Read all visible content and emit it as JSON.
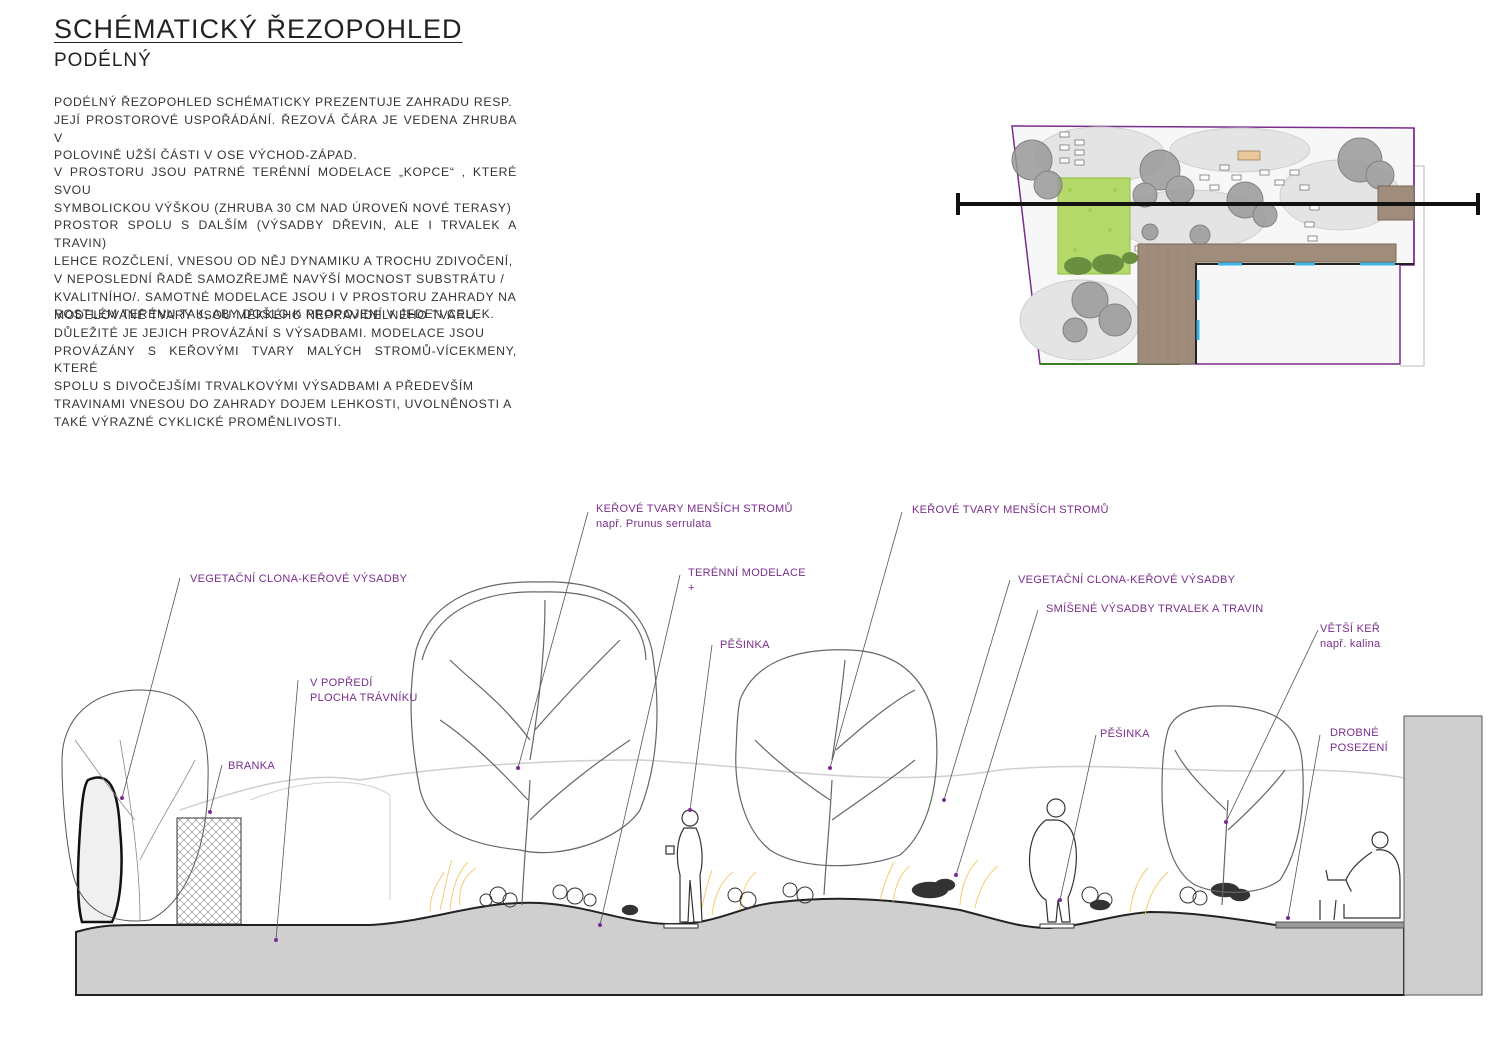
{
  "title": "SCHÉMATICKÝ ŘEZOPOHLED",
  "subtitle": "PODÉLNÝ",
  "paragraphs": {
    "p1": [
      "Podélný řezopohled schématicky prezentuje zahradu resp.",
      "její prostorové uspořádání. Řezová čára je vedena zhruba v",
      "polovině užší části v ose východ-západ."
    ],
    "p2": [
      "V prostoru jsou patrné terénní modelace „kopce“ , které svou",
      "symbolickou výškou (zhruba 30 cm nad úroveň nové terasy)",
      "prostor spolu s dalším (výsadby dřevin, ale i trvalek a travin)",
      "lehce rozčlení, vnesou od něj dynamiku a trochu zdivočení,",
      "v neposlední řadě samozřejmě navýší mocnost substrátu /",
      "kvalitního/. Samotné modelace jsou i v prostoru zahrady na",
      "rostlém terénu tak, aby došlo k propojení v jeden celek."
    ],
    "p3": [
      "Modelované tvary jsou měkkého nepravidelného tvaru.",
      "Důležité je jejich provázání s výsadbami. Modelace jsou",
      "provázány s keřovými tvary malých stromů-vícekmeny, které",
      "spolu s divočejšími trvalkovými výsadbami a především",
      "travinami vnesou do zahrady dojem lehkosti, uvolněnosti a",
      "také výrazné cyklické proměnlivosti."
    ]
  },
  "labels": {
    "vegetacni_clona_1": "VEGETAČNÍ CLONA-KEŘOVÉ VÝSADBY",
    "branka": "BRANKA",
    "popredi_1": "V POPŘEDÍ",
    "popredi_2": "PLOCHA TRÁVNÍKU",
    "kerove_1": "KEŘOVÉ TVARY MENŠÍCH STROMŮ",
    "kerove_1_sub": "např. Prunus serrulata",
    "terenni": "TERÉNNÍ MODELACE",
    "terenni_plus": "+",
    "pesinka_1": "PĚŠINKA",
    "kerove_2": "KEŘOVÉ TVARY MENŠÍCH STROMŮ",
    "vegetacni_clona_2": "VEGETAČNÍ CLONA-KEŘOVÉ VÝSADBY",
    "smisene": "SMÍŠENÉ VÝSADBY TRVALEK A TRAVIN",
    "pesinka_2": "PĚŠINKA",
    "vetsi_ker": "VĚTŠÍ KEŘ",
    "vetsi_ker_sub": "např. kalina",
    "drobne_1": "DROBNÉ",
    "drobne_2": "POSEZENÍ"
  },
  "colors": {
    "label": "#7a2d8c",
    "ground": "#cfcfcf",
    "lawn": "#b5d96a",
    "deck": "#a08c7a",
    "water": "#3cb4e6"
  }
}
